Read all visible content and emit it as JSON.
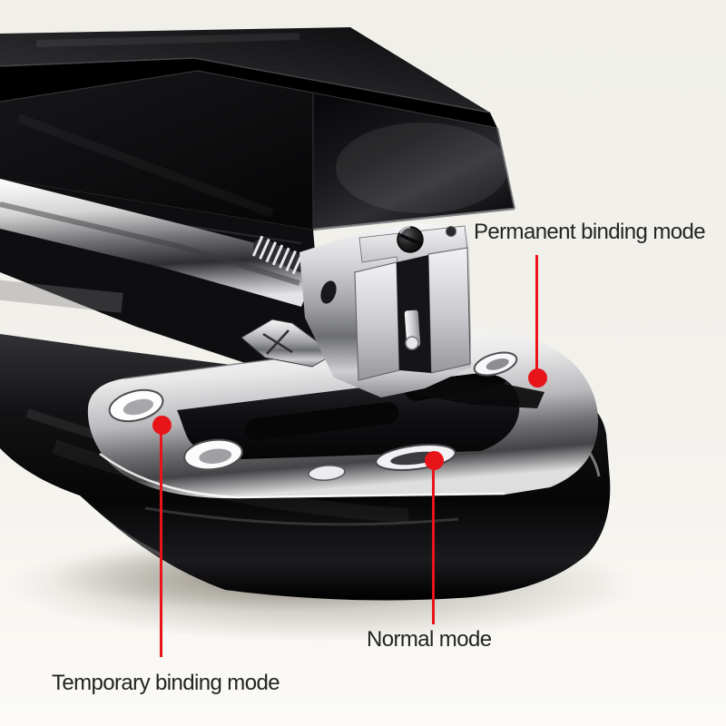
{
  "colors": {
    "accent_red": "#e7151a",
    "label_text": "#232323",
    "background_top": "#f0efe9",
    "background_bottom": "#fbfaf6"
  },
  "annotations": {
    "permanent": {
      "label": "Permanent binding mode"
    },
    "normal": {
      "label": "Normal mode"
    },
    "temporary": {
      "label": "Temporary binding mode"
    }
  }
}
